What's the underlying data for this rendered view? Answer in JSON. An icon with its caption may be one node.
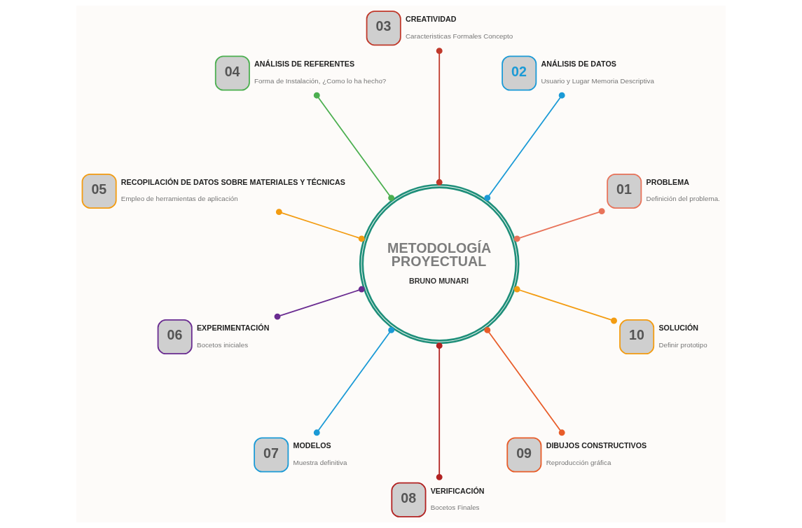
{
  "diagram": {
    "nodes": [
      {
        "text": [
          "METODOLOGÍA PROYECTUAL",
          "BRUNO MUNARI"
        ]
      },
      {
        "text": [
          "01"
        ],
        "beside": [
          "PROBLEMA",
          "Definición del problema."
        ]
      },
      {
        "text": [
          "02"
        ],
        "beside": [
          "ANÁLISIS DE DATOS",
          "Usuario y Lugar Memoria Descriptiva"
        ]
      },
      {
        "text": [
          "03"
        ],
        "beside": [
          "CREATIVIDAD",
          "Caracteristicas Formales Concepto"
        ]
      },
      {
        "text": [
          "04"
        ],
        "beside": [
          "ANÁLISIS DE REFERENTES",
          "Forma de Instalación, ¿Como lo ha hecho?"
        ]
      },
      {
        "text": [
          "05"
        ],
        "beside": [
          "RECOPILACIÓN DE DATOS SOBRE MATERIALES Y TÉCNICAS",
          "Empleo de herramientas de aplicación"
        ]
      },
      {
        "text": [
          "06"
        ],
        "beside": [
          "EXPERIMENTACIÓN",
          "Bocetos iniciales"
        ]
      },
      {
        "text": [
          "07"
        ],
        "beside": [
          "MODELOS",
          "Muestra definitiva"
        ]
      },
      {
        "text": [
          "08"
        ],
        "beside": [
          "VERIFICACIÓN",
          "Bocetos Finales"
        ]
      },
      {
        "text": [
          "09"
        ],
        "beside": [
          "DIBUJOS CONSTRUCTIVOS",
          "Reproducción gráfica"
        ]
      },
      {
        "text": [
          "10"
        ],
        "beside": [
          "SOLUCIÓN",
          "Definir prototipo"
        ]
      }
    ],
    "edges": [
      {
        "from": 0,
        "to": 1,
        "arrow": "other",
        "color": "#e8735a"
      },
      {
        "from": 0,
        "to": 2,
        "arrow": "other",
        "color": "#1b9ad6"
      },
      {
        "from": 0,
        "to": 3,
        "arrow": "other",
        "color": "#c0392b"
      },
      {
        "from": 0,
        "to": 4,
        "arrow": "other",
        "color": "#4caf50"
      },
      {
        "from": 0,
        "to": 5,
        "arrow": "other",
        "color": "#f39c12"
      },
      {
        "from": 0,
        "to": 6,
        "arrow": "other",
        "color": "#6a2c91"
      },
      {
        "from": 0,
        "to": 7,
        "arrow": "other",
        "color": "#1b9ad6"
      },
      {
        "from": 0,
        "to": 8,
        "arrow": "other",
        "color": "#b22222"
      },
      {
        "from": 0,
        "to": 9,
        "arrow": "other",
        "color": "#e85d2a"
      },
      {
        "from": 0,
        "to": 10,
        "arrow": "other",
        "color": "#f39c12"
      }
    ]
  }
}
